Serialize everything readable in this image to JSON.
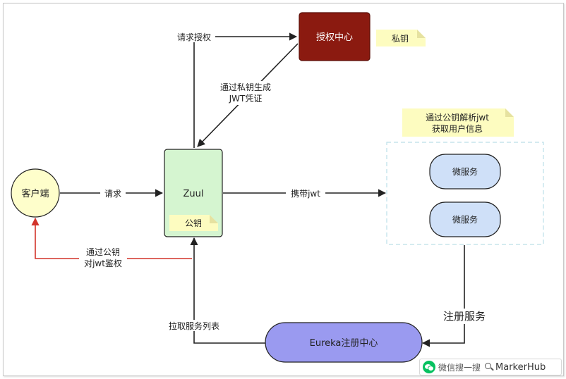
{
  "nodes": {
    "auth_center": "授权中心",
    "private_key_note": "私钥",
    "zuul": "Zuul",
    "public_key_note": "公钥",
    "client": "客户端",
    "microservice_1": "微服务",
    "microservice_2": "微服务",
    "eureka": "Eureka注册中心",
    "parse_note_line1": "通过公钥解析jwt",
    "parse_note_line2": "获取用户信息"
  },
  "edges": {
    "request_auth": "请求授权",
    "private_key_gen_line1": "通过私钥生成",
    "private_key_gen_line2": "JWT凭证",
    "request": "请求",
    "carry_jwt": "携带jwt",
    "public_key_auth_line1": "通过公钥",
    "public_key_auth_line2": "对jwt鉴权",
    "register_service": "注册服务",
    "pull_service_list": "拉取服务列表"
  },
  "watermark": {
    "text": "微信搜一搜",
    "brand": "MarkerHub"
  },
  "colors": {
    "auth_center_fill": "#8b1a10",
    "zuul_fill": "#d5f5d0",
    "client_fill": "#fefecb",
    "microservice_fill": "#cfe0f8",
    "eureka_fill": "#9a9af0",
    "note_fill": "#fdfcc0",
    "red_arrow": "#d2332a",
    "wechat_green": "#07c160"
  }
}
